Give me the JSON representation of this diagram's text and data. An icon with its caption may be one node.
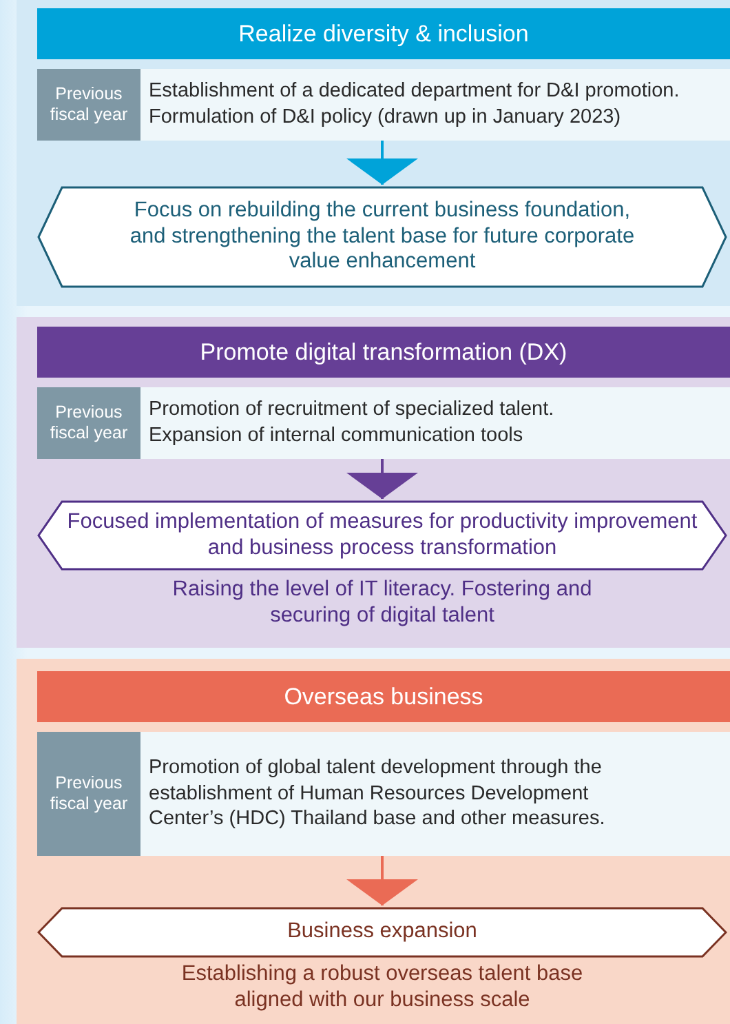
{
  "diagram": {
    "nodes": [
      {
        "text": [],
        "shape": "box"
      },
      {
        "text": [
          "Realize diversity & inclusion"
        ],
        "in": 0
      },
      {
        "text": [
          "Previous fiscal year"
        ],
        "in": 0
      },
      {
        "text": [
          "Establishment of a dedicated department for D&I promotion.",
          "Formulation of D&I policy (drawn up in January 2023)"
        ],
        "in": 0
      },
      {
        "text": [
          "Focus on rebuilding the current business foundation, and strengthening the talent base for future corporate value enhancement"
        ],
        "in": 0
      },
      {
        "text": [],
        "shape": "box"
      },
      {
        "text": [
          "Promote digital transformation (DX)"
        ],
        "in": 5
      },
      {
        "text": [
          "Previous fiscal year"
        ],
        "in": 5
      },
      {
        "text": [
          "Promotion of recruitment of specialized talent.",
          "Expansion of internal communication tools"
        ],
        "in": 5
      },
      {
        "text": [
          "Focused implementation of measures for productivity improvement and business process transformation"
        ],
        "in": 5,
        "beside": [
          "Raising the level of IT literacy. Fostering and securing of digital talent"
        ]
      },
      {
        "text": [],
        "shape": "box"
      },
      {
        "text": [
          "Overseas business"
        ],
        "in": 10
      },
      {
        "text": [
          "Previous fiscal year"
        ],
        "in": 10
      },
      {
        "text": [
          "Promotion of global talent development through the establishment of Human Resources Development Center’s (HDC) Thailand base and other measures."
        ],
        "in": 10
      },
      {
        "text": [
          "Business expansion"
        ],
        "in": 10,
        "beside": [
          "Establishing a robust overseas talent base aligned with our business scale"
        ]
      }
    ],
    "edges": [
      {
        "from": 3,
        "to": 4,
        "arrow": "to",
        "color": "#00a3d9"
      },
      {
        "from": 8,
        "to": 9,
        "arrow": "to",
        "color": "#663f96"
      },
      {
        "from": 13,
        "to": 14,
        "arrow": "to",
        "color": "#ea6b55"
      }
    ]
  }
}
